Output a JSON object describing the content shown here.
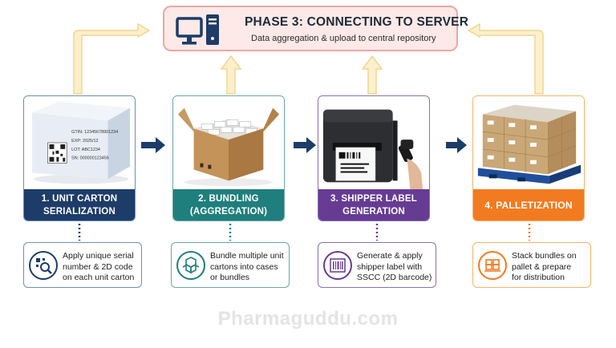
{
  "server": {
    "title": "PHASE 3: CONNECTING TO SERVER",
    "subtitle": "Data aggregation & upload to central repository",
    "icon": "computer-server-icon"
  },
  "steps": [
    {
      "label": "1. UNIT CARTON\nSERIALIZATION",
      "description": "Apply unique serial\nnumber & 2D code\non each unit carton",
      "icon": "qr-search-icon",
      "color": "#1d3c68",
      "carton_text": {
        "gtin": "GTIN: 12345678901234",
        "exp": "EXP: 2025/12",
        "lot": "LOT: ABC1234",
        "sn": "SN: 000000123456"
      }
    },
    {
      "label": "2. BUNDLING\n(AGGREGATION)",
      "description": "Bundle multiple unit\ncartons into cases\nor bundles",
      "icon": "boxes-icon",
      "color": "#1f7f7c"
    },
    {
      "label": "3. SHIPPER LABEL\nGENERATION",
      "description": "Generate & apply\nshipper label with\nSSCC (2D barcode)",
      "icon": "barcode-icon",
      "color": "#663c93"
    },
    {
      "label": "4. PALLETIZATION",
      "description": "Stack bundles on\npallet & prepare\nfor distribution",
      "icon": "pallet-icon",
      "color": "#f27b21"
    }
  ],
  "colors": {
    "flow_arrow": "#1d3c68",
    "upload_arrow_fill": "#fbf0cc",
    "upload_arrow_stroke": "#f1d58e"
  },
  "watermark": "Pharmaguddu.com"
}
